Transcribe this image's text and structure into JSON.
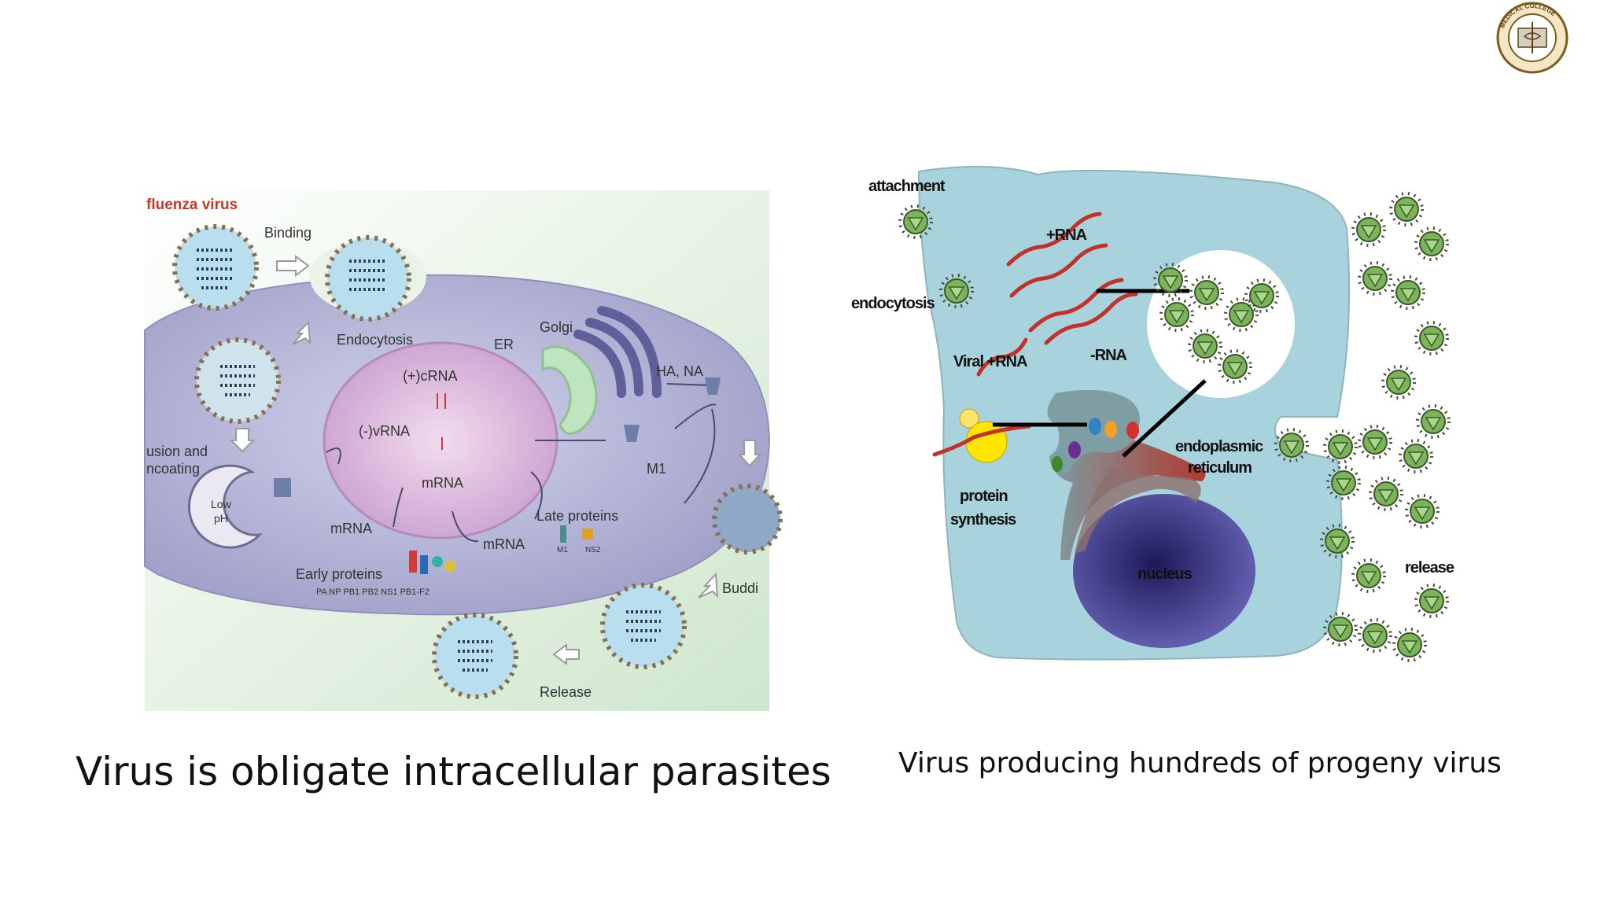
{
  "logo": {
    "ring_text": "MEDICAL COLLEGE",
    "bottom_text": ""
  },
  "left_diagram": {
    "title": "fluenza virus",
    "labels": {
      "binding": "Binding",
      "endocytosis": "Endocytosis",
      "er": "ER",
      "golgi": "Golgi",
      "ha_na": "HA, NA",
      "crna": "(+)cRNA",
      "vrna": "(-)vRNA",
      "mrna_center": "mRNA",
      "fusion_line1": "usion and",
      "fusion_line2": "ncoating",
      "low_ph_line1": "Low",
      "low_ph_line2": "pH",
      "m1": "M1",
      "mrna_left": "mRNA",
      "mrna_right": "mRNA",
      "late_proteins": "Late proteins",
      "late_sub_m1": "M1",
      "late_sub_ns2": "NS2",
      "early_proteins": "Early proteins",
      "early_sub": "PA   NP   PB1   PB2   NS1   PB1-F2",
      "budding": "Buddi",
      "release": "Release"
    },
    "colors": {
      "cell": "#a9a9cf",
      "nucleus": "#d9b5db",
      "virion": "#b9dfee",
      "bg_green": "#d3ead2",
      "er": "#bfe5bf",
      "golgi": "#5f5f99"
    }
  },
  "right_diagram": {
    "labels": {
      "attachment": "attachment",
      "endocytosis": "endocytosis",
      "plus_rna": "+RNA",
      "minus_rna": "-RNA",
      "viral_plus_rna": "Viral +RNA",
      "endoplasmic_line1": "endoplasmic",
      "endoplasmic_line2": "reticulum",
      "protein_line1": "protein",
      "protein_line2": "synthesis",
      "nucleus": "nucleus",
      "release": "release"
    },
    "colors": {
      "cell": "#a9d3dc",
      "nucleus": "#5d58a7",
      "virion": "#7cb35b",
      "rna": "#c0322b",
      "er": "#7f9ea4"
    }
  },
  "captions": {
    "left": "Virus is obligate intracellular parasites",
    "right": "Virus producing hundreds of progeny virus"
  }
}
